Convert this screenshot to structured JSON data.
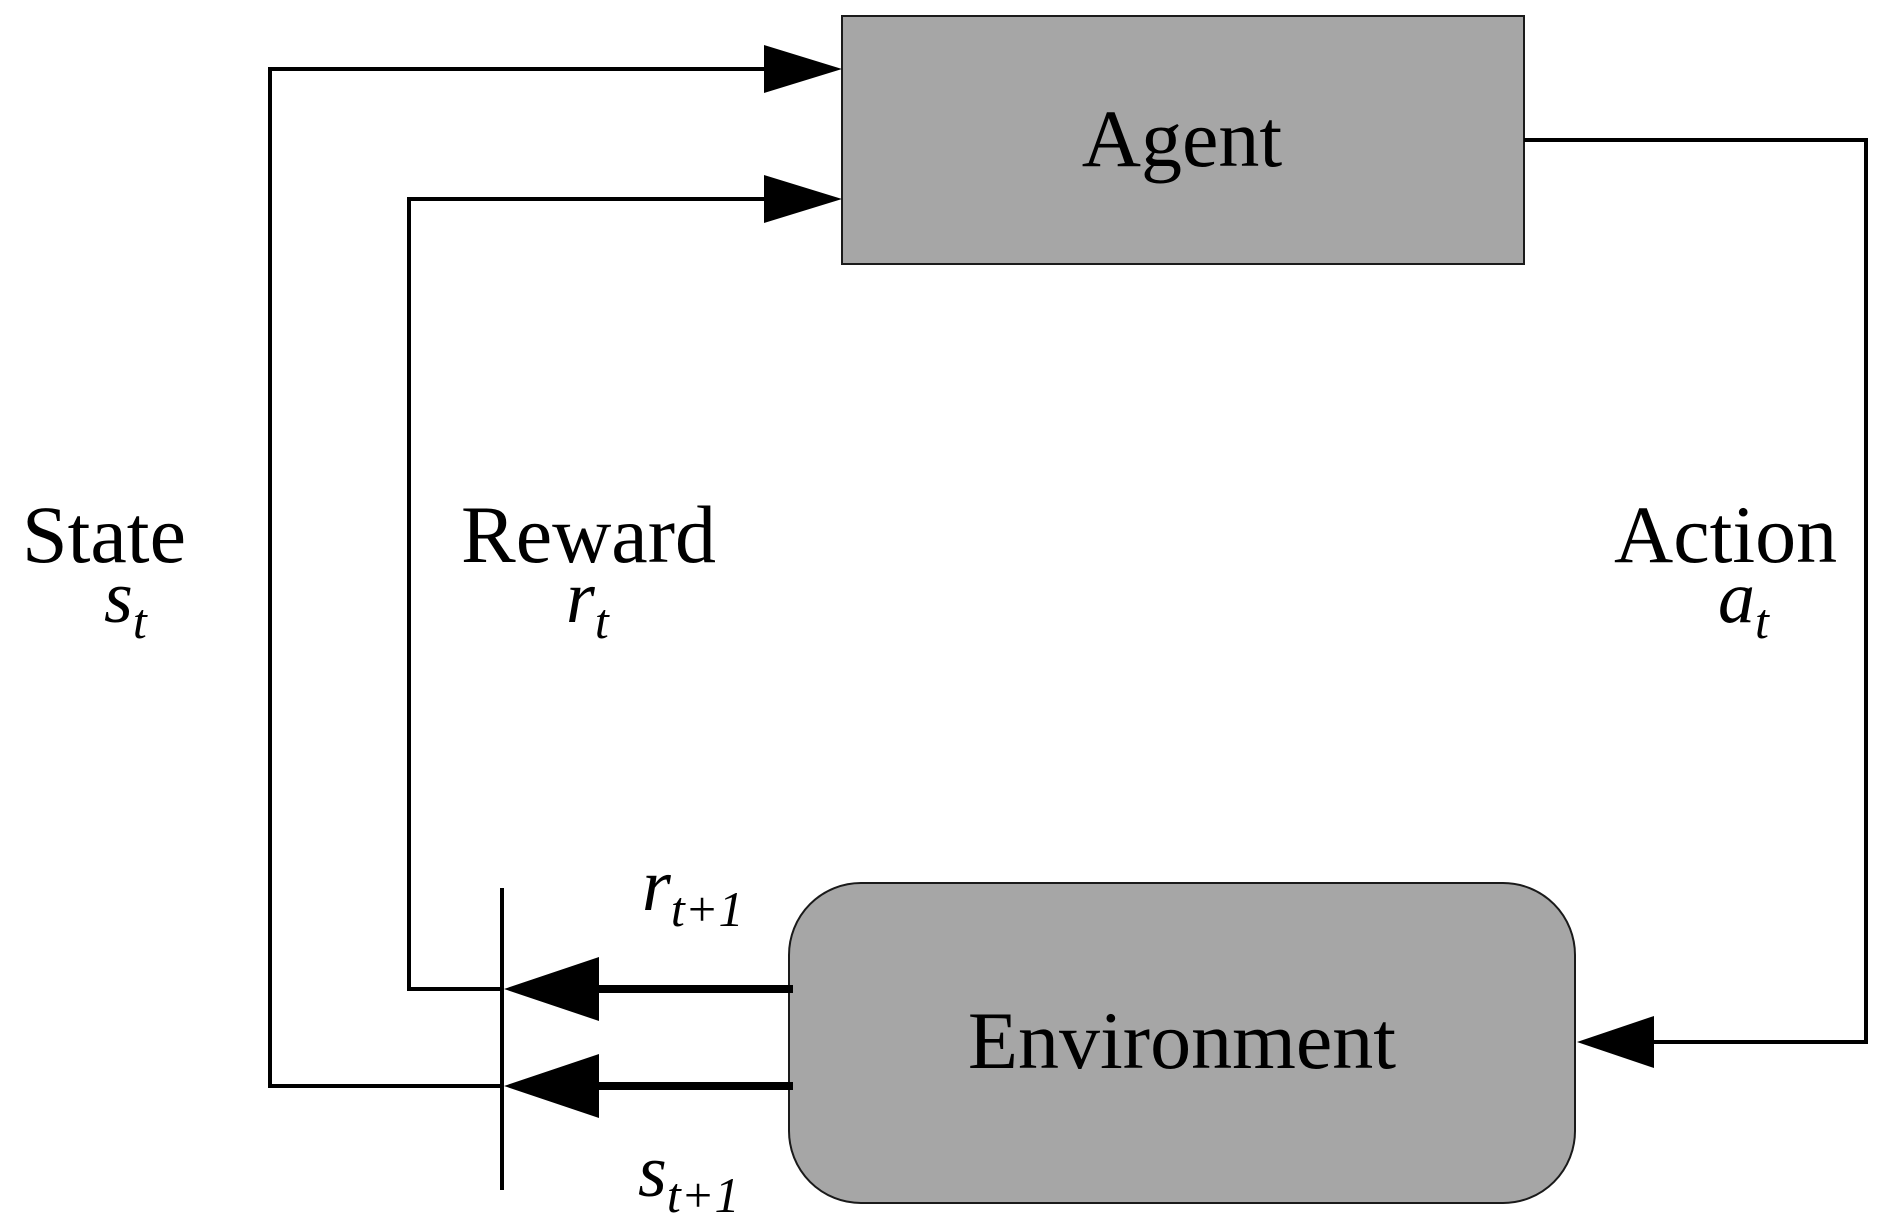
{
  "nodes": {
    "agent": "Agent",
    "environment": "Environment"
  },
  "labels": {
    "state": "State",
    "reward": "Reward",
    "action": "Action"
  },
  "symbols": {
    "state": {
      "base": "s",
      "sub": "t"
    },
    "reward": {
      "base": "r",
      "sub": "t"
    },
    "action": {
      "base": "a",
      "sub": "t"
    },
    "next_reward": {
      "base": "r",
      "sub": "t+1"
    },
    "next_state": {
      "base": "s",
      "sub": "t+1"
    }
  },
  "colors": {
    "box_fill": "#a6a6a6",
    "line": "#000000"
  }
}
